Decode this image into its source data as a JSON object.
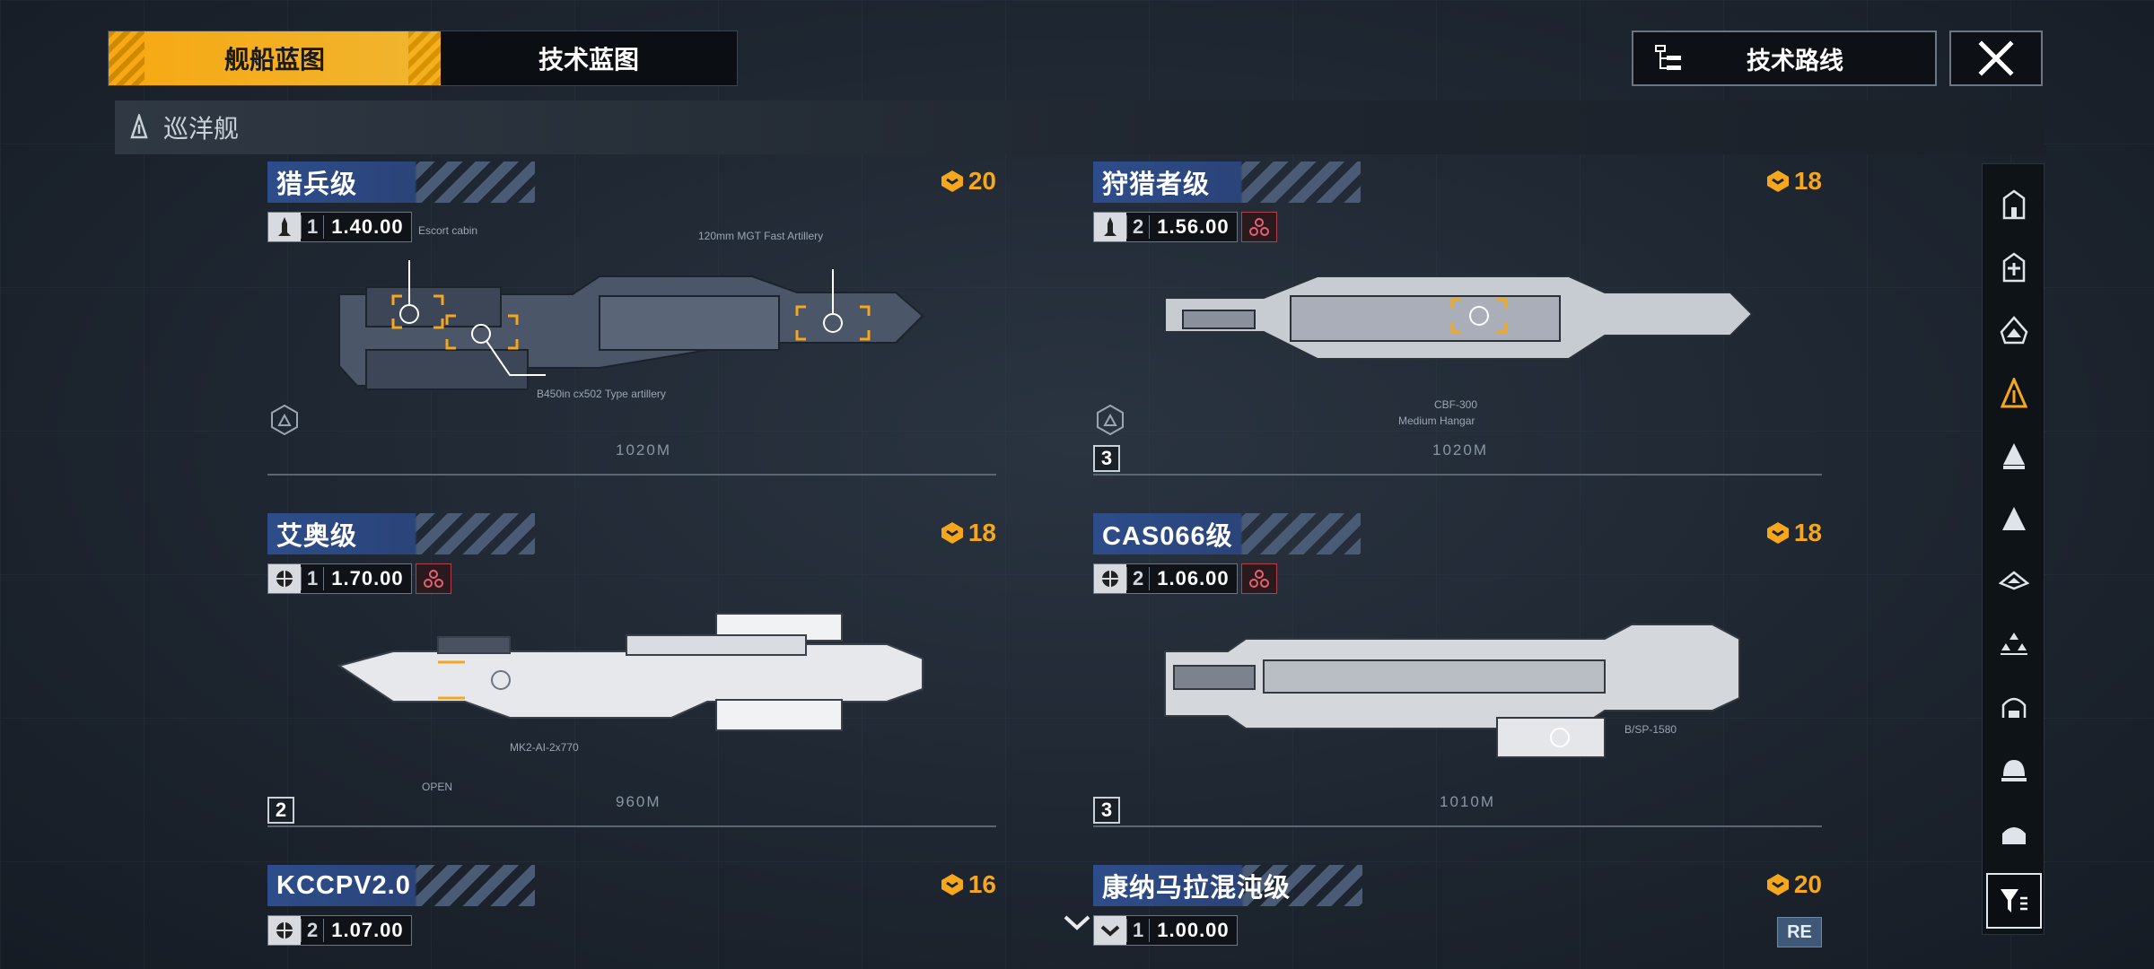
{
  "tabs": {
    "active": "舰船蓝图",
    "inactive": "技术蓝图"
  },
  "route_button": {
    "label": "技术路线"
  },
  "section": {
    "label": "巡洋舰"
  },
  "colors": {
    "accent": "#f7a812",
    "name_bar": "#2d4d8a",
    "bg": "#1d2530"
  },
  "ships": [
    {
      "name": "猎兵级",
      "cost": "20",
      "role_icon": "missile-icon",
      "stat_num": "1",
      "stat_val": "1.40.00",
      "length": "1020M",
      "callouts": [
        "120mm MGT Fast Artillery",
        "B450in cx502 Type artillery",
        "Escort cabin"
      ]
    },
    {
      "name": "狩猎者级",
      "cost": "18",
      "role_icon": "missile-icon",
      "stat_num": "2",
      "stat_val": "1.56.00",
      "module_icon": true,
      "tier": "3",
      "length": "1020M",
      "callouts": [
        "CBF-300",
        "Medium Hangar"
      ]
    },
    {
      "name": "艾奥级",
      "cost": "18",
      "role_icon": "globe-icon",
      "stat_num": "1",
      "stat_val": "1.70.00",
      "module_icon": true,
      "tier": "2",
      "length": "960M",
      "callouts": [
        "MK2-AI-2x770",
        "OPEN"
      ]
    },
    {
      "name": "CAS066级",
      "cost": "18",
      "role_icon": "globe-icon",
      "stat_num": "2",
      "stat_val": "1.06.00",
      "module_icon": true,
      "tier": "3",
      "length": "1010M",
      "callouts": [
        "B/SP-1580"
      ]
    },
    {
      "name": "KCCPV2.0",
      "cost": "16",
      "role_icon": "globe-icon",
      "stat_num": "2",
      "stat_val": "1.07.00"
    },
    {
      "name": "康纳马拉混沌级",
      "cost": "20",
      "role_icon": "chevron-icon",
      "stat_num": "1",
      "stat_val": "1.00.00",
      "badge": "RE"
    }
  ],
  "rail_items": [
    "frigate-icon",
    "destroyer-icon",
    "cruiser-light-icon",
    "cruiser-icon",
    "battlecruiser-icon",
    "carrier-icon",
    "corvette-icon",
    "fleet-icon",
    "aux-icon",
    "dome-icon",
    "base-icon",
    "filter-icon"
  ]
}
